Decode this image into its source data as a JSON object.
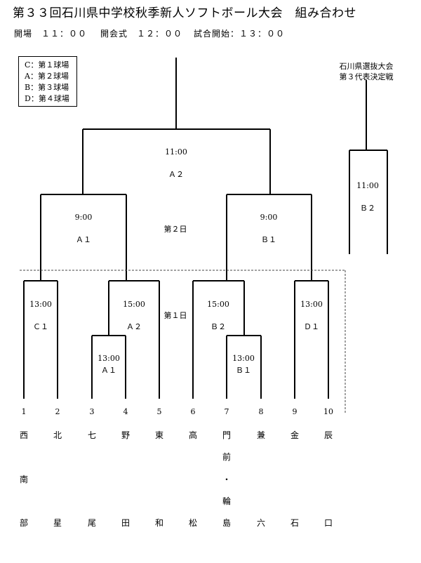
{
  "title": "第３３回石川県中学校秋季新人ソフトボール大会　組み合わせ",
  "schedule": {
    "field_open": "開場　１１：００",
    "opening_ceremony": "開会式　１２：００",
    "match_start": "試合開始：１３：００"
  },
  "legend": [
    "C：第１球場",
    "A：第２球場",
    "B：第３球場",
    "D：第４球場"
  ],
  "day_labels": {
    "day2": "第２日",
    "day1": "第１日"
  },
  "side_bracket": {
    "title_line1": "石川県選抜大会",
    "title_line2": "第３代表決定戦",
    "time": "11:00",
    "venue": "Ｂ２"
  },
  "matches": {
    "final": {
      "time": "11:00",
      "venue": "Ａ２"
    },
    "semi_left": {
      "time": "9:00",
      "venue": "Ａ１"
    },
    "semi_right": {
      "time": "9:00",
      "venue": "Ｂ１"
    },
    "r1_1_2": {
      "time": "13:00",
      "venue": "Ｃ１"
    },
    "r1_3_4_5": {
      "time": "15:00",
      "venue": "Ａ２"
    },
    "r1_3_4": {
      "time": "13:00",
      "venue": "Ａ１"
    },
    "r1_6_7_8": {
      "time": "15:00",
      "venue": "Ｂ２"
    },
    "r1_7_8": {
      "time": "13:00",
      "venue": "Ｂ１"
    },
    "r1_9_10": {
      "time": "13:00",
      "venue": "Ｄ１"
    }
  },
  "teams": [
    {
      "num": "1",
      "name_chars": [
        "西",
        "",
        "南",
        "",
        "部"
      ]
    },
    {
      "num": "2",
      "name_chars": [
        "北",
        "",
        "",
        "",
        "星"
      ]
    },
    {
      "num": "3",
      "name_chars": [
        "七",
        "",
        "",
        "",
        "尾"
      ]
    },
    {
      "num": "4",
      "name_chars": [
        "野",
        "",
        "",
        "",
        "田"
      ]
    },
    {
      "num": "5",
      "name_chars": [
        "東",
        "",
        "",
        "",
        "和"
      ]
    },
    {
      "num": "6",
      "name_chars": [
        "高",
        "",
        "",
        "",
        "松"
      ]
    },
    {
      "num": "7",
      "name_chars": [
        "門",
        "前",
        "・",
        "輪",
        "島"
      ]
    },
    {
      "num": "8",
      "name_chars": [
        "兼",
        "",
        "",
        "",
        "六"
      ]
    },
    {
      "num": "9",
      "name_chars": [
        "金",
        "",
        "",
        "",
        "石"
      ]
    },
    {
      "num": "10",
      "name_chars": [
        "辰",
        "",
        "",
        "",
        "口"
      ]
    }
  ]
}
